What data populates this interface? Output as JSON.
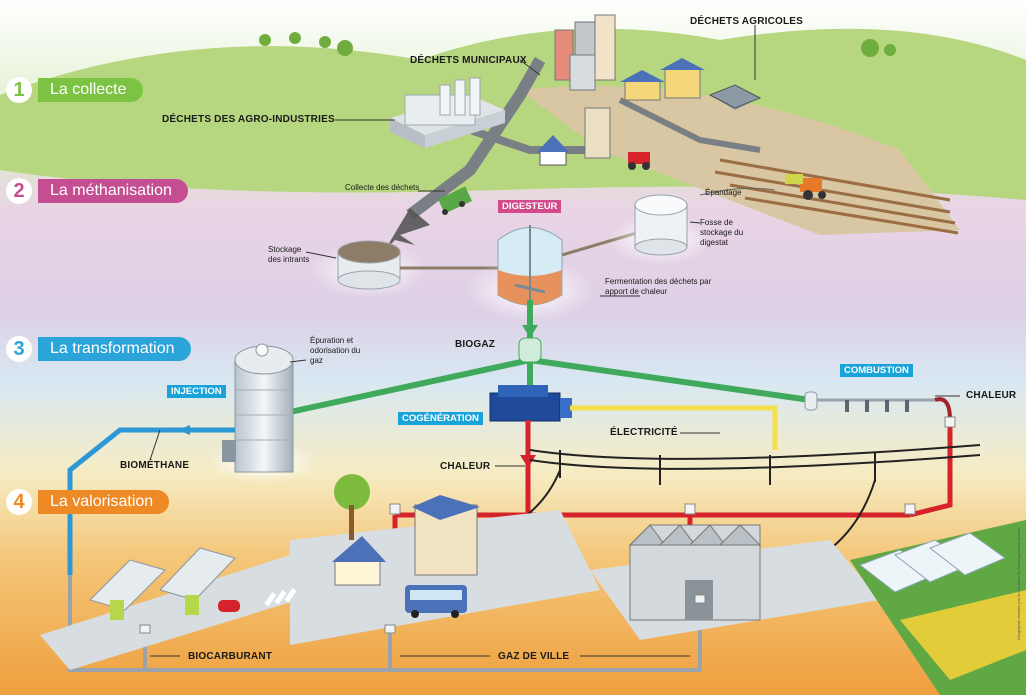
{
  "steps": [
    {
      "number": "1",
      "label": "La collecte",
      "color": "#7cc243"
    },
    {
      "number": "2",
      "label": "La méthanisation",
      "color": "#c54e93"
    },
    {
      "number": "3",
      "label": "La transformation",
      "color": "#2ba4da"
    },
    {
      "number": "4",
      "label": "La valorisation",
      "color": "#ee8a25"
    }
  ],
  "collecte": {
    "agro": "DÉCHETS DES AGRO-INDUSTRIES",
    "municipaux": "DÉCHETS MUNICIPAUX",
    "agricoles": "DÉCHETS AGRICOLES"
  },
  "methanisation": {
    "collecte_dechets": "Collecte des déchets",
    "stockage_intrants": "Stockage des intrants",
    "digesteur": "DIGESTEUR",
    "epandage": "Épandage",
    "fosse": "Fosse de stockage du digestat",
    "fermentation": "Fermentation des déchets par apport de chaleur"
  },
  "transformation": {
    "epuration": "Épuration et odorisation du gaz",
    "biogaz": "BIOGAZ",
    "injection": "INJECTION",
    "combustion": "COMBUSTION",
    "chaleur_right": "CHALEUR",
    "cogeneration": "COGÉNÉRATION",
    "electricite": "ÉLECTRICITÉ",
    "biomethane": "BIOMÉTHANE",
    "chaleur_center": "CHALEUR"
  },
  "valorisation": {
    "biocarburant": "BIOCARBURANT",
    "gaz_de_ville": "GAZ DE VILLE"
  },
  "credit": "Infographie réalisée par le ministère du Développement durable",
  "colors": {
    "green_pipe": "#3faa5b",
    "red_pipe": "#d6222a",
    "yellow_line": "#f4e04d",
    "blue_pipe": "#2e97d6",
    "grey_pipe": "#9aa3ad"
  }
}
